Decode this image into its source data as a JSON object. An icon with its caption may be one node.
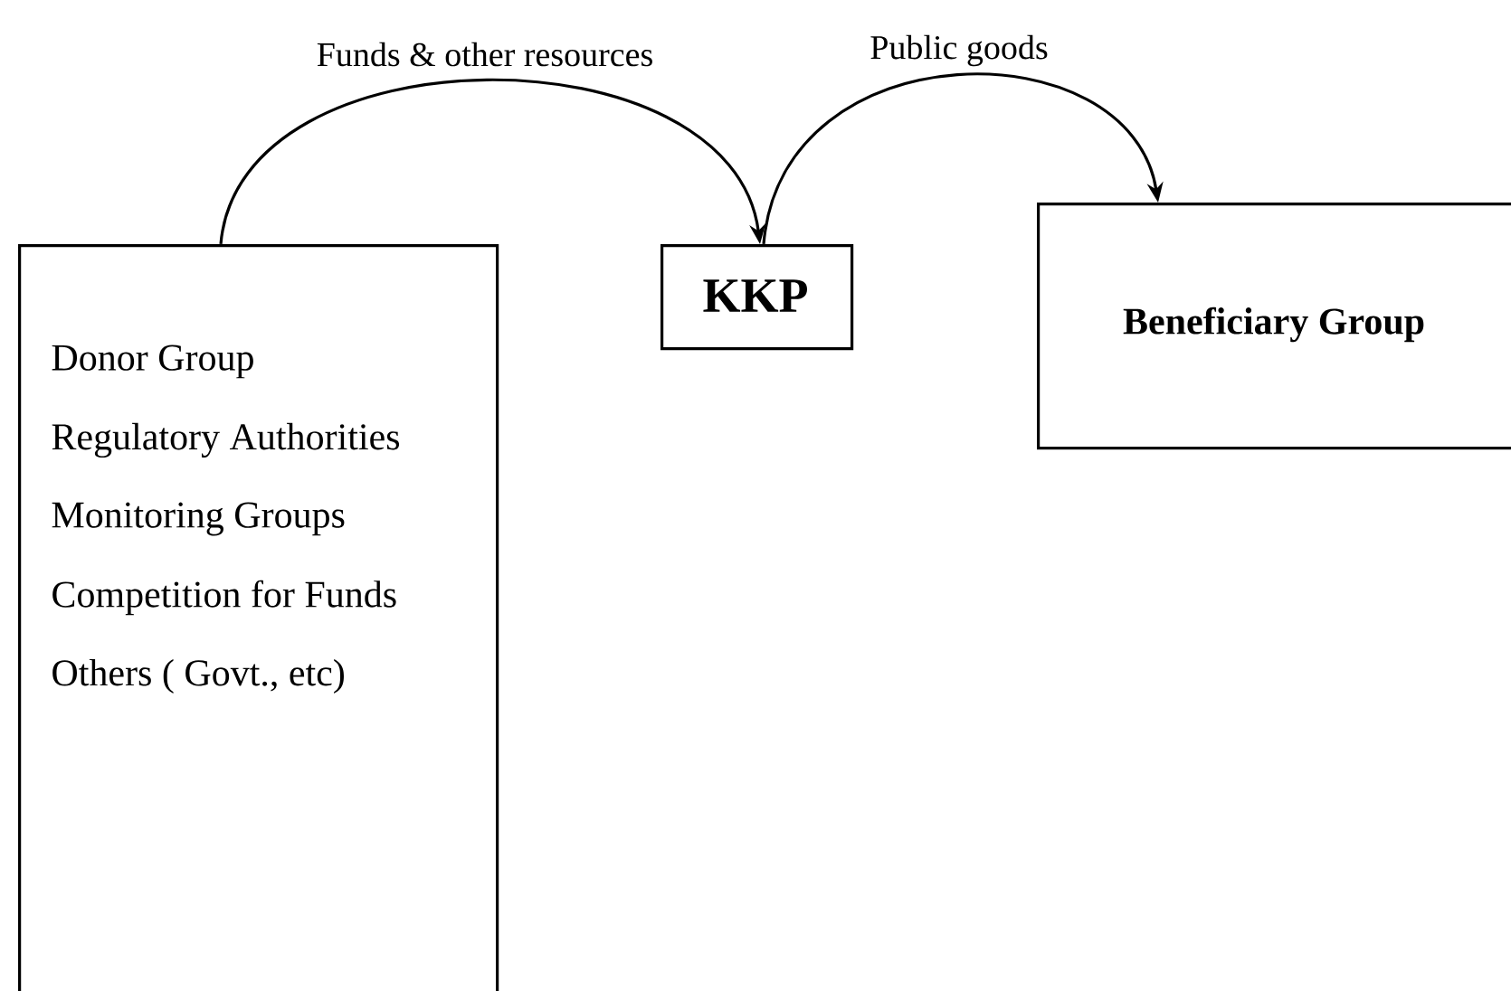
{
  "diagram": {
    "nodes": [
      {
        "text": [
          "Donor Group",
          "Regulatory Authorities",
          "Monitoring Groups",
          "Competition for Funds",
          "Others ( Govt., etc)"
        ]
      },
      {
        "text": [
          "KKP"
        ]
      },
      {
        "text": [
          "Beneficiary Group"
        ]
      }
    ],
    "edges": [
      {
        "from": 0,
        "to": 1,
        "arrow": "to",
        "label": "Funds & other resources"
      },
      {
        "from": 1,
        "to": 2,
        "arrow": "to",
        "label": "Public goods"
      }
    ]
  }
}
